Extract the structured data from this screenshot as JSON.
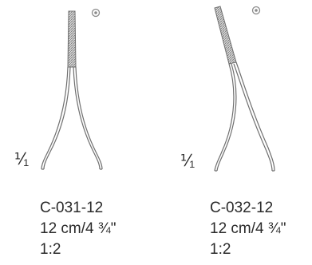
{
  "products": [
    {
      "code": "C-031-12",
      "size": "12 cm/4 ¾\"",
      "scale": "1:2",
      "scale_mark": "⅟₁"
    },
    {
      "code": "C-032-12",
      "size": "12 cm/4 ¾\"",
      "scale": "1:2",
      "scale_mark": "⅟₁"
    }
  ],
  "icons": {
    "tip_marker": "small-circle-dot"
  },
  "colors": {
    "line": "#6f6f6f",
    "serration": "#8a8a8a",
    "text": "#2a2a2a"
  }
}
